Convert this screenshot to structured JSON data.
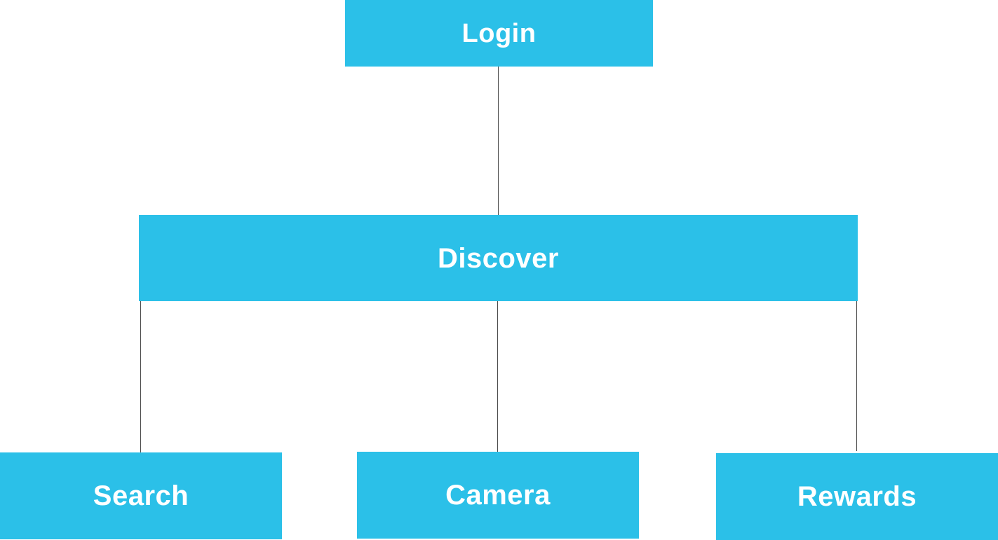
{
  "diagram": {
    "nodes": {
      "login": "Login",
      "discover": "Discover",
      "search": "Search",
      "camera": "Camera",
      "rewards": "Rewards"
    },
    "edges": [
      {
        "from": "Login",
        "to": "Discover"
      },
      {
        "from": "Discover",
        "to": "Search"
      },
      {
        "from": "Discover",
        "to": "Camera"
      },
      {
        "from": "Discover",
        "to": "Rewards"
      }
    ],
    "colors": {
      "node_fill": "#2bc0e8",
      "node_text": "#ffffff",
      "connector": "#4a4a4a",
      "background": "#ffffff"
    }
  }
}
